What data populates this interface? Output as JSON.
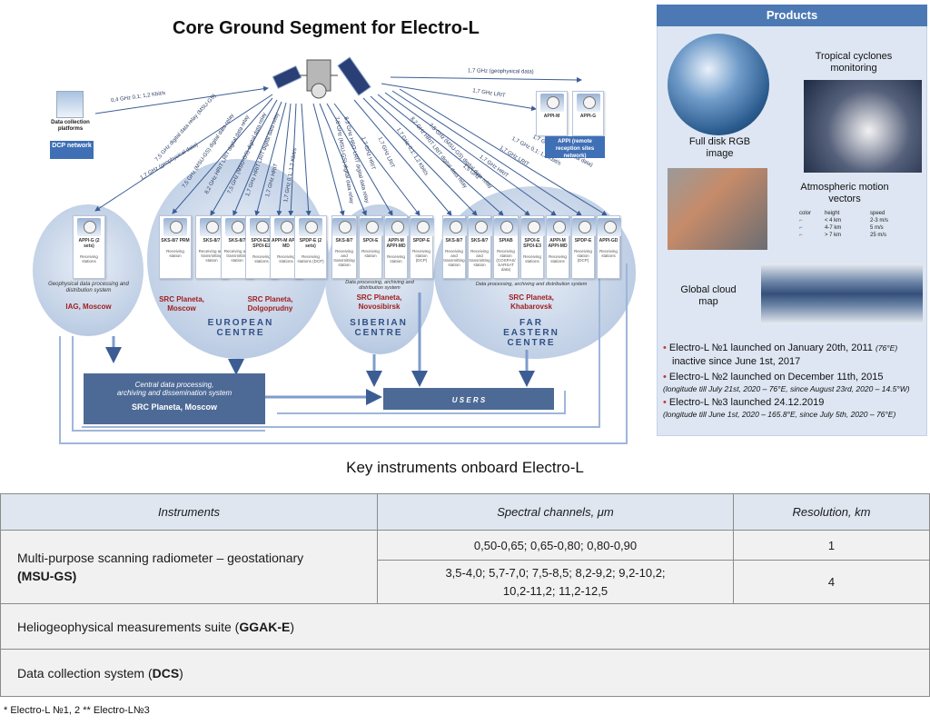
{
  "diagram": {
    "title": "Core Ground Segment for Electro-L",
    "links": {
      "dcp": "0,4 GHz     0,1; 1,2 Kbit/s",
      "iag": "1,7 GHz  (geophysical data)",
      "geophysical_top": "1,7 GHz  (geophysical data)",
      "lrit_top": "1,7 GHz   LRIT",
      "euro_1": "7,5 GHz   digital data relay (MSU-GS)",
      "euro_2": "7,5 GHz   (MSU-GS) digital data relay",
      "euro_3": "8,2 GHz   HRIT LRIT digital data relay",
      "euro_4": "7,5 GHz   (MSU-GS) digital data relay",
      "euro_5": "1,7 GHz   HRIT LRIT digital data relay",
      "euro_6": "1,7 GHz   HRIT",
      "euro_7": "1,7 GHz   0,1; 1,2 Kbit/s",
      "sib_1": "7,5 GHz   (MSU-GS) digital data relay",
      "sib_2": "8,2 GHz   HRIT LRIT digital data relay",
      "sib_3": "1,7 GHz   HRIT",
      "sib_4": "1,7 GHz   LRIT",
      "sib_5": "1,7 GHz   0,1; 1,2 Kbit/s",
      "fe_1": "8,2 GHz   HRIT LRIT digital data relay",
      "fe_2": "7,5 GHz   (MSU-GS) digital data relay",
      "fe_3": "1,5 GHz",
      "fe_4": "1,7 GHz   HRIT",
      "fe_5": "1,7 GHz   LRIT",
      "fe_6": "1,7 GHz   0,1; 1,2 Kbit/s",
      "fe_7": "1,7 GHz  (geophysical data)"
    },
    "dcp": {
      "platforms_label": "Data collection platforms",
      "network_label": "DCP network"
    },
    "appi_top": {
      "stations": [
        {
          "name": "APPI-M"
        },
        {
          "name": "APPI-G"
        }
      ],
      "network_label": "APPI (remote reception sites network)"
    },
    "iag": {
      "station_name": "APPI-G (2 sets)",
      "station_type": "Receiving stations",
      "caption": "Geophysical data processing and distribution system",
      "org": "IAG, Moscow"
    },
    "european": {
      "name": "EUROPEAN CENTRE",
      "stations": [
        {
          "name": "SKS-8/7 PRM",
          "type": "Receiving station"
        },
        {
          "name": "SKS-8/7",
          "type": "Receiving and transmitting station"
        },
        {
          "name": "SKS-8/7",
          "type": "Receiving and transmitting station"
        },
        {
          "name": "SPOI-E3D SPOI-E2",
          "type": "Receiving stations"
        },
        {
          "name": "APPI-M APPI-MD",
          "type": "Receiving stations"
        },
        {
          "name": "SPDP-E (2 sets)",
          "type": "Receiving stations (DCP)"
        }
      ],
      "org1": "SRC Planeta, Moscow",
      "org2": "SRC Planeta, Dolgoprudny"
    },
    "siberian": {
      "name": "SIBERIAN CENTRE",
      "stations": [
        {
          "name": "SKS-8/7",
          "type": "Receiving and transmitting station"
        },
        {
          "name": "SPOI-E",
          "type": "Receiving station"
        },
        {
          "name": "APPI-M APPI-MD",
          "type": "Receiving station"
        },
        {
          "name": "SPDP-E",
          "type": "Receiving station (DCP)"
        }
      ],
      "caption": "Data processing, archiving and distribution system",
      "org": "SRC Planeta, Novosibirsk"
    },
    "far_eastern": {
      "name": "FAR EASTERN CENTRE",
      "stations": [
        {
          "name": "SKS-8/7",
          "type": "Receiving and transmitting station"
        },
        {
          "name": "SKS-8/7",
          "type": "Receiving and transmitting station"
        },
        {
          "name": "SPIAB",
          "type": "Receiving station (COSPAS/ SARSAT data)"
        },
        {
          "name": "SPOI-E SPOI-E3",
          "type": "Receiving stations"
        },
        {
          "name": "APPI-M APPI-MD",
          "type": "Receiving stations"
        },
        {
          "name": "SPDP-E",
          "type": "Receiving station (DCP)"
        },
        {
          "name": "APPI-GD",
          "type": "Receiving stations"
        }
      ],
      "caption": "Data processing, archiving and distribution system",
      "org": "SRC Planeta, Khabarovsk"
    },
    "central": {
      "line1": "Central data processing,",
      "line2": "archiving and dissemination system",
      "org": "SRC Planeta, Moscow"
    },
    "users_label": "U S E R S"
  },
  "products": {
    "header": "Products",
    "full_disk": "Full disk RGB image",
    "cyclones": "Tropical cyclones monitoring",
    "amv": "Atmospheric motion vectors",
    "amv_legend": {
      "h_color": "color",
      "h_height": "height",
      "h_speed": "speed",
      "rows": [
        {
          "height": "< 4 km",
          "speed": "2-3 m/s"
        },
        {
          "height": "4-7 km",
          "speed": "5 m/s"
        },
        {
          "height": "> 7 km",
          "speed": "25 m/s"
        }
      ]
    },
    "cloud_map": "Global cloud map"
  },
  "launches": {
    "l1_line1": "Electro-L №1 launched on January 20th, 2011",
    "l1_note": "(76°E)",
    "l1_line2": "inactive since June 1st, 2017",
    "l2_line1": "Electro-L №2 launched on December 11th, 2015",
    "l2_note": "(longitude till July 21st, 2020 – 76°E, since August 23rd, 2020 – 14.5°W)",
    "l3_line1": "Electro-L №3 launched 24.12.2019",
    "l3_note": "(longitude till June 1st, 2020 – 165.8°E, since July 5th, 2020 – 76°E)"
  },
  "table": {
    "title": "Key instruments onboard Electro-L",
    "headers": {
      "instruments": "Instruments",
      "channels": "Spectral channels, μm",
      "resolution": "Resolution, km"
    },
    "msu_name": "Multi-purpose scanning radiometer – geostationary",
    "msu_abbr": "(MSU-GS)",
    "msu_ch1": "0,50-0,65; 0,65-0,80; 0,80-0,90",
    "msu_res1": "1",
    "msu_ch2_a": "3,5-4,0; 5,7-7,0;  7,5-8,5; 8,2-9,2; 9,2-10,2;",
    "msu_ch2_b": "10,2-11,2; 11,2-12,5",
    "msu_res2": "4",
    "ggak_name": "Heliogeophysical measurements suite (",
    "ggak_abbr": "GGAK-E",
    "ggak_close": ")",
    "dcs_name": "Data collection system (",
    "dcs_abbr": "DCS",
    "dcs_close": ")"
  },
  "footnote": "* Electro-L №1, 2    ** Electro-L№3"
}
